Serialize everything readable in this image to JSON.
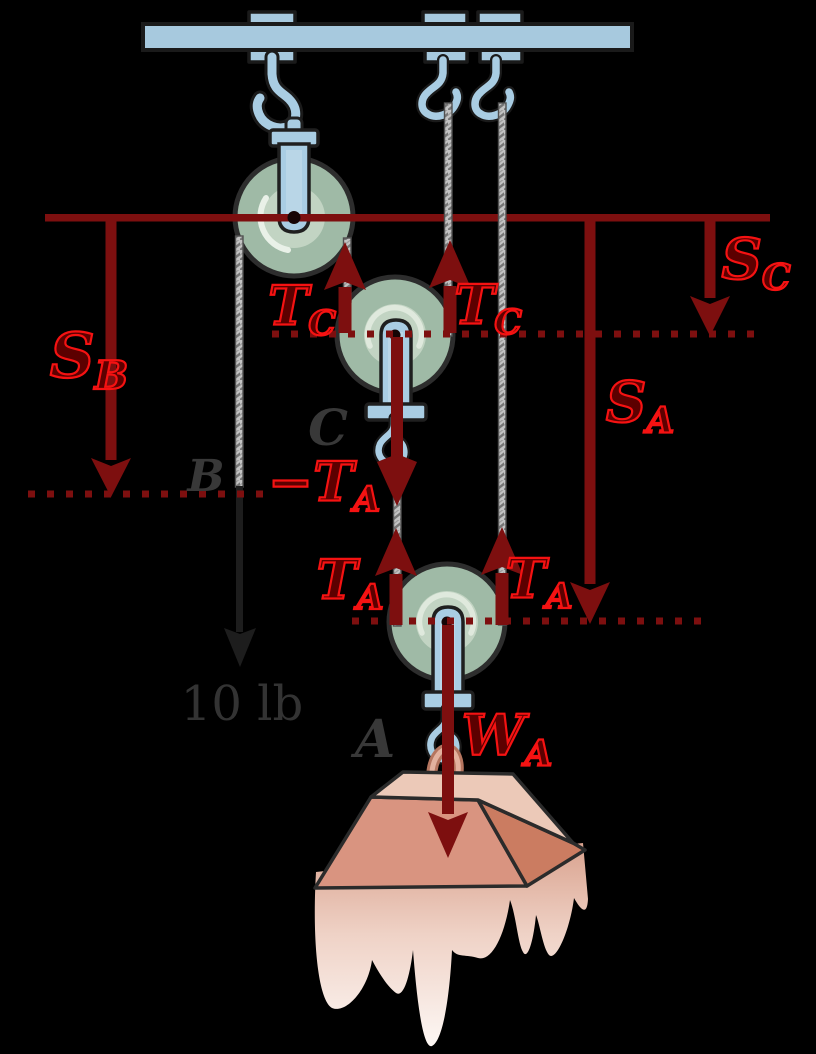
{
  "figure": {
    "background": "#000000",
    "labels": {
      "s_b": {
        "main": "S",
        "sub": "B"
      },
      "s_c": {
        "main": "S",
        "sub": "C"
      },
      "s_a": {
        "main": "S",
        "sub": "A"
      },
      "t_c_left": {
        "main": "T",
        "sub": "C"
      },
      "t_c_right": {
        "main": "T",
        "sub": "C"
      },
      "t_a_left": {
        "main": "T",
        "sub": "A"
      },
      "t_a_right": {
        "main": "T",
        "sub": "A"
      },
      "neg_t_a": {
        "prefix": "−",
        "main": "T",
        "sub": "A"
      },
      "w_a": {
        "main": "W",
        "sub": "A"
      },
      "applied_force": "10 lb",
      "pulley_b": "B",
      "pulley_c": "C",
      "pulley_a": "A"
    },
    "colors": {
      "arrow_red": "#7d0f0f",
      "label_red_stroke": "#f51212",
      "label_dark": "#383838",
      "beam_blue": "#a7c9de",
      "hook_blue": "#a9cde3",
      "pulley_green": "#9fbaa6",
      "pulley_inner_green": "#c2d4c3",
      "rope_gray": "#c6c6c6",
      "weight_top": "#ecc9b8",
      "weight_front": "#d99480",
      "weight_side": "#cb7c61"
    }
  }
}
